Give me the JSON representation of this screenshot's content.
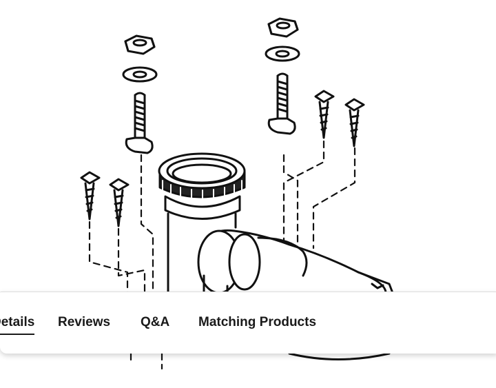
{
  "tabs": [
    {
      "label": "Details",
      "active": true
    },
    {
      "label": "Reviews",
      "active": false
    },
    {
      "label": "Q&A",
      "active": false
    },
    {
      "label": "Matching Products",
      "active": false
    }
  ],
  "colors": {
    "text": "#1a1a1a",
    "underline": "#1a1a1a",
    "background": "#ffffff"
  },
  "product_image": {
    "icon": "toilet-flange-exploded-diagram"
  }
}
